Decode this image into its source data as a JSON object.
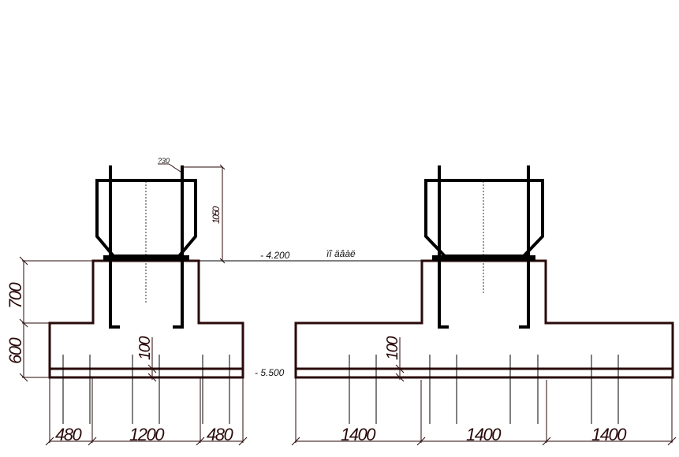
{
  "drawing": {
    "left_section": {
      "dims_horizontal": [
        "480",
        "1200",
        "480"
      ],
      "dim_height_upper": "700",
      "dim_height_lower": "600",
      "dim_cover": "100",
      "dim_bolt_height": "1050",
      "bolt_label": "?30"
    },
    "right_section": {
      "dims_horizontal": [
        "1400",
        "1400",
        "1400"
      ],
      "dim_cover": "100"
    },
    "levels": {
      "top": "- 4.200",
      "bottom": "- 5.500",
      "top_note": "ïî äâàë"
    },
    "colors": {
      "line": "#000000",
      "concrete": "#2a0a0a"
    }
  }
}
